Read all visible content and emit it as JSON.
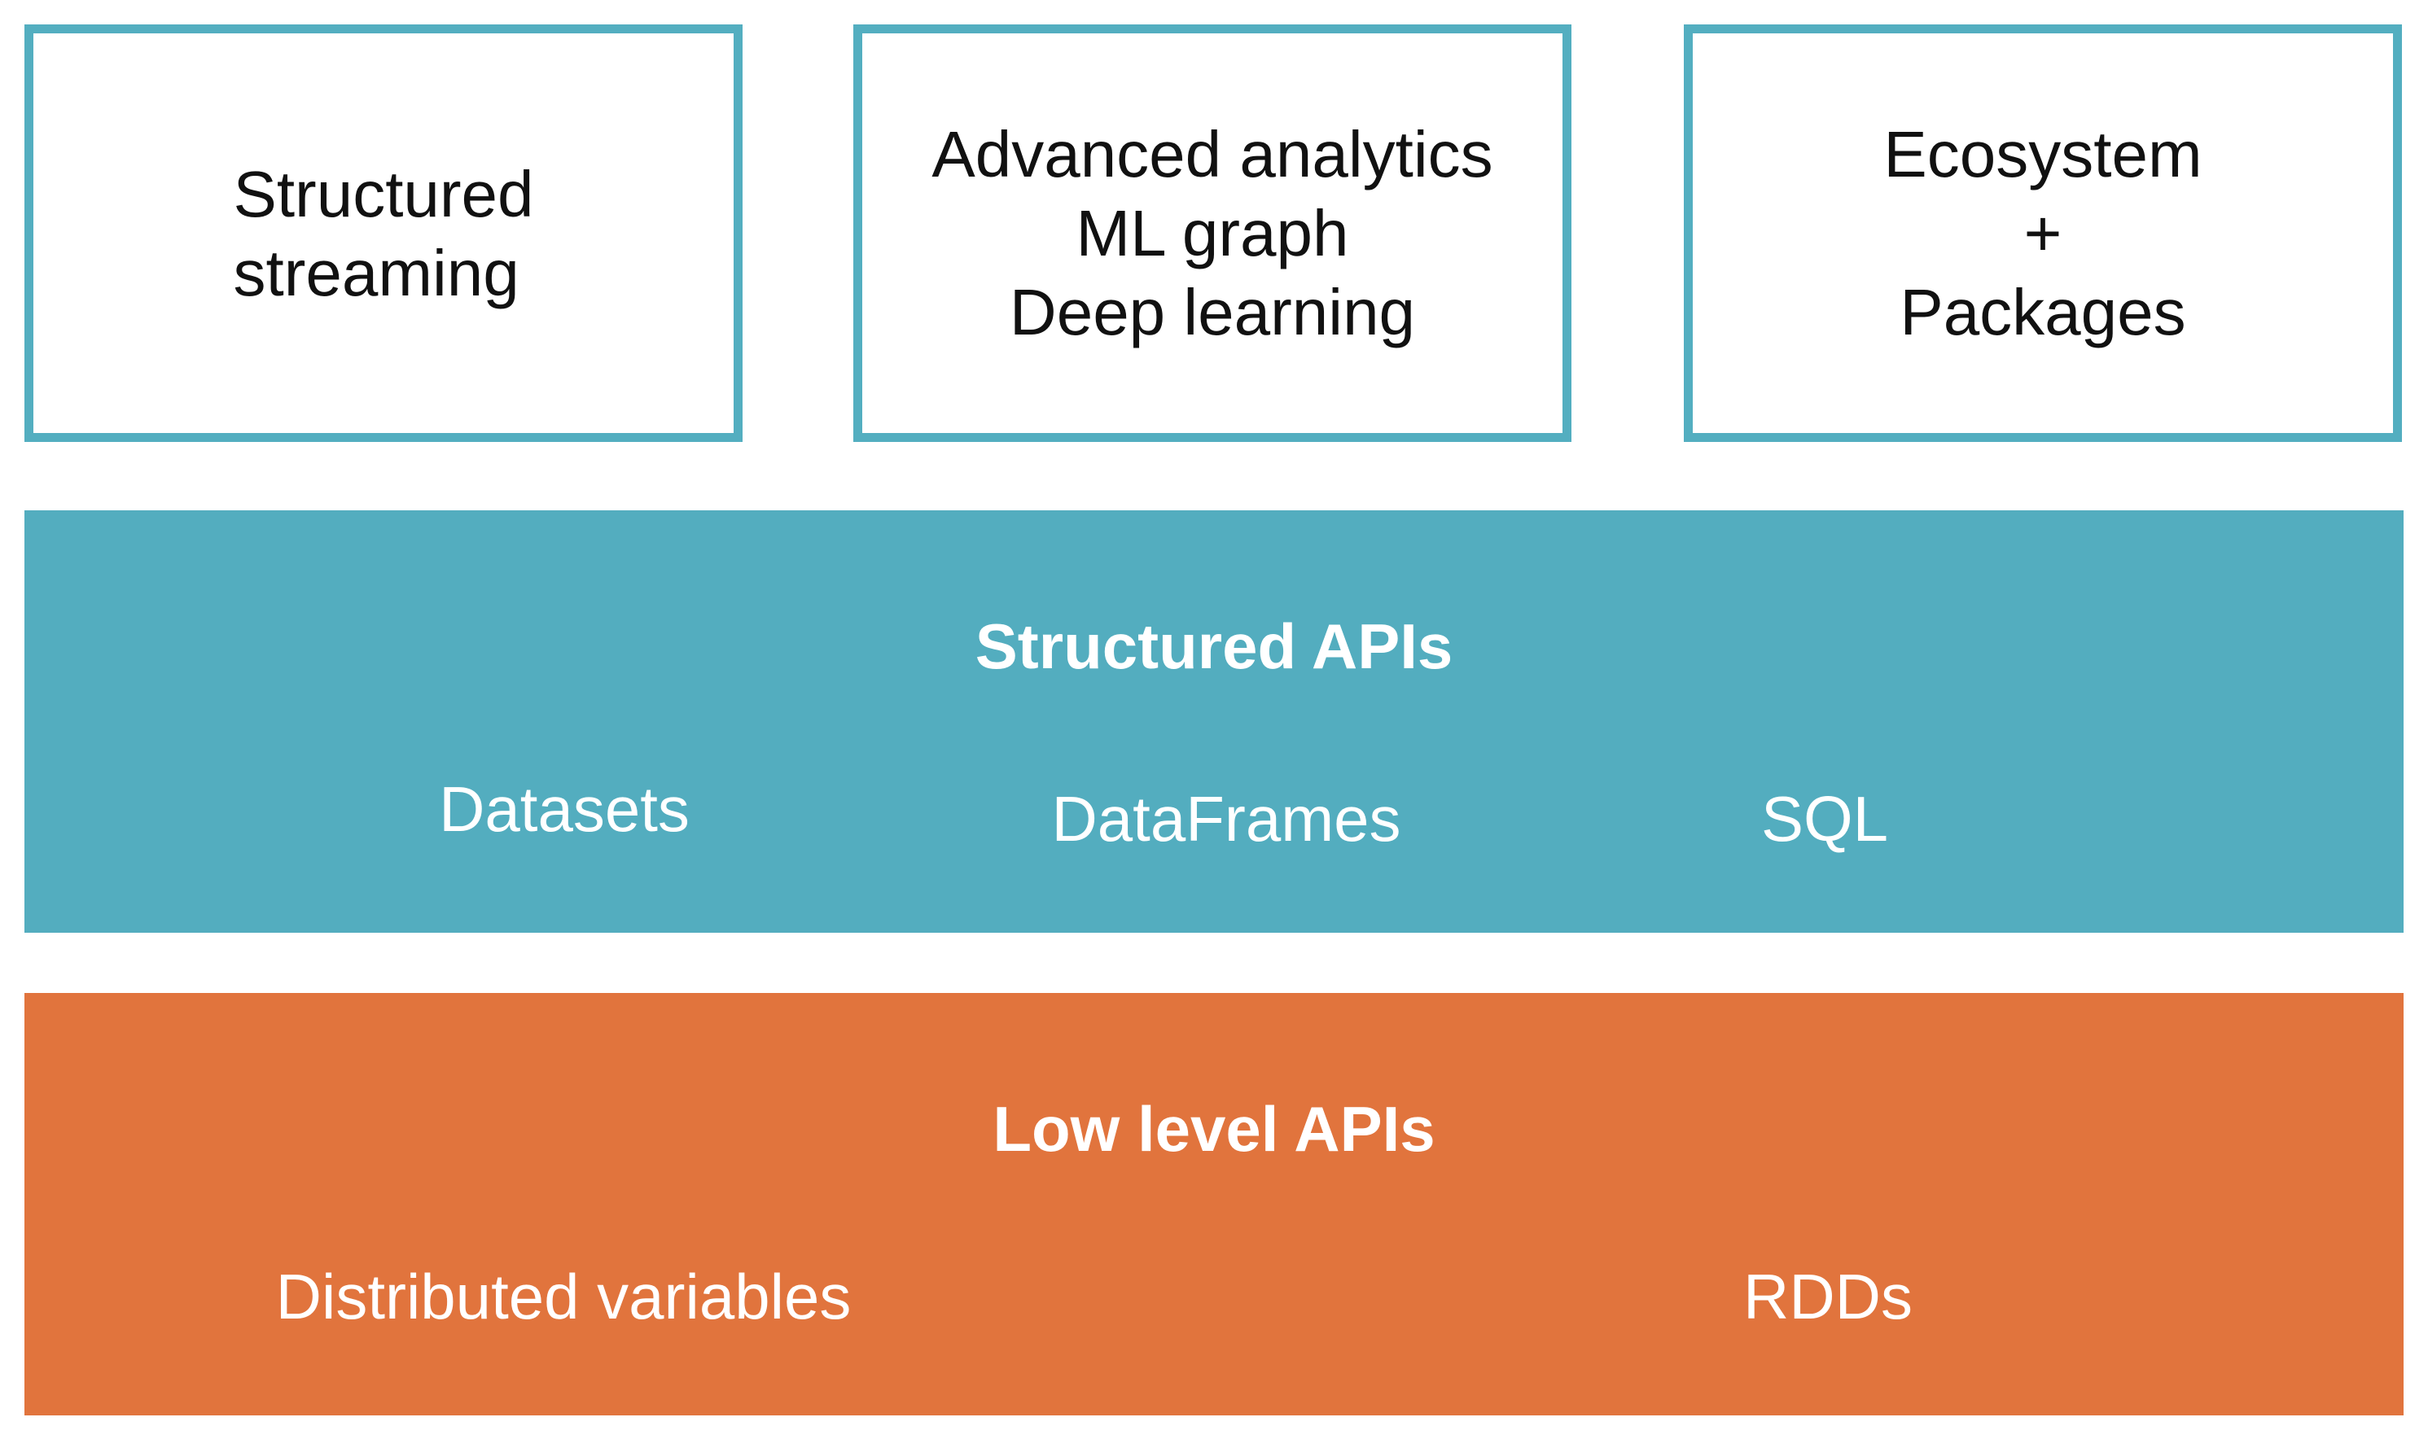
{
  "top_boxes": [
    {
      "lines": [
        "Structured",
        "streaming"
      ]
    },
    {
      "lines": [
        "Advanced analytics",
        "ML graph",
        "Deep learning"
      ]
    },
    {
      "lines": [
        "Ecosystem",
        "+",
        "Packages"
      ]
    }
  ],
  "structured_apis": {
    "title": "Structured APIs",
    "items": [
      "Datasets",
      "DataFrames",
      "SQL"
    ]
  },
  "low_level_apis": {
    "title": "Low level APIs",
    "items": [
      "Distributed variables",
      "RDDs"
    ]
  },
  "colors": {
    "teal": "#53adbf",
    "orange": "#e1743d",
    "text_dark": "#111111",
    "text_light": "#ffffff"
  }
}
